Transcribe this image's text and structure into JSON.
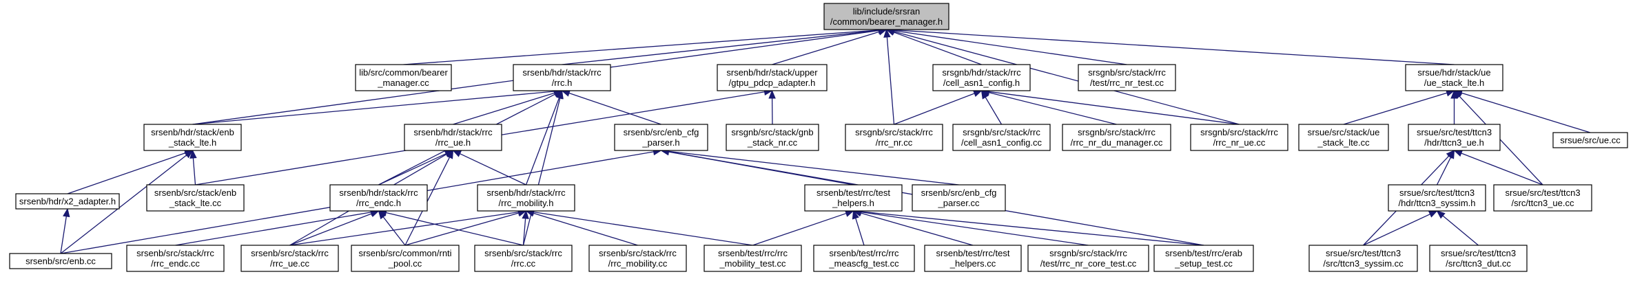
{
  "colors": {
    "edge": "#191970",
    "root_fill": "#bfbfbf",
    "node_fill": "#ffffff",
    "border": "#000000"
  },
  "nodes": [
    {
      "id": "root",
      "lines": [
        "lib/include/srsran",
        "/common/bearer_manager.h"
      ],
      "root": true
    },
    {
      "id": "lib_bm_cc",
      "lines": [
        "lib/src/common/bearer",
        "_manager.cc"
      ]
    },
    {
      "id": "enb_rrc_h",
      "lines": [
        "srsenb/hdr/stack/rrc",
        "/rrc.h"
      ]
    },
    {
      "id": "gtpu",
      "lines": [
        "srsenb/hdr/stack/upper",
        "/gtpu_pdcp_adapter.h"
      ]
    },
    {
      "id": "cell_asn1_h",
      "lines": [
        "srsgnb/hdr/stack/rrc",
        "/cell_asn1_config.h"
      ]
    },
    {
      "id": "rrc_nr_test",
      "lines": [
        "srsgnb/src/stack/rrc",
        "/test/rrc_nr_test.cc"
      ]
    },
    {
      "id": "ue_stack_lte_h",
      "lines": [
        "srsue/hdr/stack/ue",
        "/ue_stack_lte.h"
      ]
    },
    {
      "id": "enb_stack_lte_h",
      "lines": [
        "srsenb/hdr/stack/enb",
        "_stack_lte.h"
      ]
    },
    {
      "id": "rrc_ue_h",
      "lines": [
        "srsenb/hdr/stack/rrc",
        "/rrc_ue.h"
      ]
    },
    {
      "id": "enb_cfg_parser_h",
      "lines": [
        "srsenb/src/enb_cfg",
        "_parser.h"
      ]
    },
    {
      "id": "gnb_stack_nr",
      "lines": [
        "srsgnb/src/stack/gnb",
        "_stack_nr.cc"
      ]
    },
    {
      "id": "rrc_nr_cc",
      "lines": [
        "srsgnb/src/stack/rrc",
        "/rrc_nr.cc"
      ]
    },
    {
      "id": "cell_asn1_cc",
      "lines": [
        "srsgnb/src/stack/rrc",
        "/cell_asn1_config.cc"
      ]
    },
    {
      "id": "rrc_nr_du",
      "lines": [
        "srsgnb/src/stack/rrc",
        "/rrc_nr_du_manager.cc"
      ]
    },
    {
      "id": "rrc_nr_ue",
      "lines": [
        "srsgnb/src/stack/rrc",
        "/rrc_nr_ue.cc"
      ]
    },
    {
      "id": "ue_stack_lte_cc",
      "lines": [
        "srsue/src/stack/ue",
        "_stack_lte.cc"
      ]
    },
    {
      "id": "ttcn3_ue_h",
      "lines": [
        "srsue/src/test/ttcn3",
        "/hdr/ttcn3_ue.h"
      ]
    },
    {
      "id": "ue_cc",
      "lines": [
        "srsue/src/ue.cc"
      ]
    },
    {
      "id": "x2_adapter",
      "lines": [
        "srsenb/hdr/x2_adapter.h"
      ]
    },
    {
      "id": "enb_stack_lte_cc",
      "lines": [
        "srsenb/src/stack/enb",
        "_stack_lte.cc"
      ]
    },
    {
      "id": "rrc_endc_h",
      "lines": [
        "srsenb/hdr/stack/rrc",
        "/rrc_endc.h"
      ]
    },
    {
      "id": "rrc_mobility_h",
      "lines": [
        "srsenb/hdr/stack/rrc",
        "/rrc_mobility.h"
      ]
    },
    {
      "id": "test_helpers_h",
      "lines": [
        "srsenb/test/rrc/test",
        "_helpers.h"
      ]
    },
    {
      "id": "enb_cfg_parser_cc",
      "lines": [
        "srsenb/src/enb_cfg",
        "_parser.cc"
      ]
    },
    {
      "id": "ttcn3_syssim_h",
      "lines": [
        "srsue/src/test/ttcn3",
        "/hdr/ttcn3_syssim.h"
      ]
    },
    {
      "id": "ttcn3_ue_cc",
      "lines": [
        "srsue/src/test/ttcn3",
        "/src/ttcn3_ue.cc"
      ]
    },
    {
      "id": "enb_cc",
      "lines": [
        "srsenb/src/enb.cc"
      ]
    },
    {
      "id": "rrc_endc_cc",
      "lines": [
        "srsenb/src/stack/rrc",
        "/rrc_endc.cc"
      ]
    },
    {
      "id": "rrc_ue_cc",
      "lines": [
        "srsenb/src/stack/rrc",
        "/rrc_ue.cc"
      ]
    },
    {
      "id": "rnti_pool",
      "lines": [
        "srsenb/src/common/rnti",
        "_pool.cc"
      ]
    },
    {
      "id": "rrc_cc",
      "lines": [
        "srsenb/src/stack/rrc",
        "/rrc.cc"
      ]
    },
    {
      "id": "rrc_mobility_cc",
      "lines": [
        "srsenb/src/stack/rrc",
        "/rrc_mobility.cc"
      ]
    },
    {
      "id": "mobility_test",
      "lines": [
        "srsenb/test/rrc/rrc",
        "_mobility_test.cc"
      ]
    },
    {
      "id": "meascfg_test",
      "lines": [
        "srsenb/test/rrc/rrc",
        "_meascfg_test.cc"
      ]
    },
    {
      "id": "test_helpers_cc",
      "lines": [
        "srsenb/test/rrc/test",
        "_helpers.cc"
      ]
    },
    {
      "id": "rrc_nr_core_test",
      "lines": [
        "srsgnb/src/stack/rrc",
        "/test/rrc_nr_core_test.cc"
      ]
    },
    {
      "id": "erab_setup_test",
      "lines": [
        "srsenb/test/rrc/erab",
        "_setup_test.cc"
      ]
    },
    {
      "id": "ttcn3_syssim_cc",
      "lines": [
        "srsue/src/test/ttcn3",
        "/src/ttcn3_syssim.cc"
      ]
    },
    {
      "id": "ttcn3_dut",
      "lines": [
        "srsue/src/test/ttcn3",
        "/src/ttcn3_dut.cc"
      ]
    }
  ],
  "edges": [
    [
      "lib_bm_cc",
      "root"
    ],
    [
      "enb_rrc_h",
      "root"
    ],
    [
      "gtpu",
      "root"
    ],
    [
      "cell_asn1_h",
      "root"
    ],
    [
      "rrc_nr_test",
      "root"
    ],
    [
      "ue_stack_lte_h",
      "root"
    ],
    [
      "enb_stack_lte_h",
      "root"
    ],
    [
      "rrc_nr_cc",
      "root"
    ],
    [
      "rrc_nr_ue",
      "root"
    ],
    [
      "enb_stack_lte_h",
      "enb_rrc_h"
    ],
    [
      "rrc_ue_h",
      "enb_rrc_h"
    ],
    [
      "enb_cfg_parser_h",
      "enb_rrc_h"
    ],
    [
      "rrc_endc_h",
      "enb_rrc_h"
    ],
    [
      "rrc_mobility_h",
      "enb_rrc_h"
    ],
    [
      "rrc_cc",
      "enb_rrc_h"
    ],
    [
      "gnb_stack_nr",
      "gtpu"
    ],
    [
      "enb_stack_lte_cc",
      "gtpu"
    ],
    [
      "rrc_nr_cc",
      "cell_asn1_h"
    ],
    [
      "cell_asn1_cc",
      "cell_asn1_h"
    ],
    [
      "rrc_nr_du",
      "cell_asn1_h"
    ],
    [
      "rrc_nr_ue",
      "cell_asn1_h"
    ],
    [
      "ue_stack_lte_cc",
      "ue_stack_lte_h"
    ],
    [
      "ttcn3_ue_h",
      "ue_stack_lte_h"
    ],
    [
      "ue_cc",
      "ue_stack_lte_h"
    ],
    [
      "ttcn3_ue_cc",
      "ue_stack_lte_h"
    ],
    [
      "x2_adapter",
      "enb_stack_lte_h"
    ],
    [
      "enb_stack_lte_cc",
      "enb_stack_lte_h"
    ],
    [
      "enb_cc",
      "enb_stack_lte_h"
    ],
    [
      "rrc_endc_h",
      "rrc_ue_h"
    ],
    [
      "rrc_mobility_h",
      "rrc_ue_h"
    ],
    [
      "rrc_ue_cc",
      "rrc_ue_h"
    ],
    [
      "rnti_pool",
      "rrc_ue_h"
    ],
    [
      "enb_cc",
      "enb_cfg_parser_h"
    ],
    [
      "test_helpers_h",
      "enb_cfg_parser_h"
    ],
    [
      "enb_cfg_parser_cc",
      "enb_cfg_parser_h"
    ],
    [
      "erab_setup_test",
      "enb_cfg_parser_h"
    ],
    [
      "ttcn3_syssim_h",
      "ttcn3_ue_h"
    ],
    [
      "ttcn3_ue_cc",
      "ttcn3_ue_h"
    ],
    [
      "ttcn3_syssim_cc",
      "ttcn3_ue_h"
    ],
    [
      "enb_cc",
      "x2_adapter"
    ],
    [
      "rrc_endc_cc",
      "rrc_endc_h"
    ],
    [
      "rrc_ue_cc",
      "rrc_endc_h"
    ],
    [
      "rnti_pool",
      "rrc_endc_h"
    ],
    [
      "rrc_cc",
      "rrc_endc_h"
    ],
    [
      "rrc_ue_cc",
      "rrc_mobility_h"
    ],
    [
      "rnti_pool",
      "rrc_mobility_h"
    ],
    [
      "rrc_cc",
      "rrc_mobility_h"
    ],
    [
      "rrc_mobility_cc",
      "rrc_mobility_h"
    ],
    [
      "mobility_test",
      "rrc_mobility_h"
    ],
    [
      "mobility_test",
      "test_helpers_h"
    ],
    [
      "meascfg_test",
      "test_helpers_h"
    ],
    [
      "test_helpers_cc",
      "test_helpers_h"
    ],
    [
      "rrc_nr_core_test",
      "test_helpers_h"
    ],
    [
      "erab_setup_test",
      "test_helpers_h"
    ],
    [
      "ttcn3_syssim_cc",
      "ttcn3_syssim_h"
    ],
    [
      "ttcn3_dut",
      "ttcn3_syssim_h"
    ]
  ]
}
